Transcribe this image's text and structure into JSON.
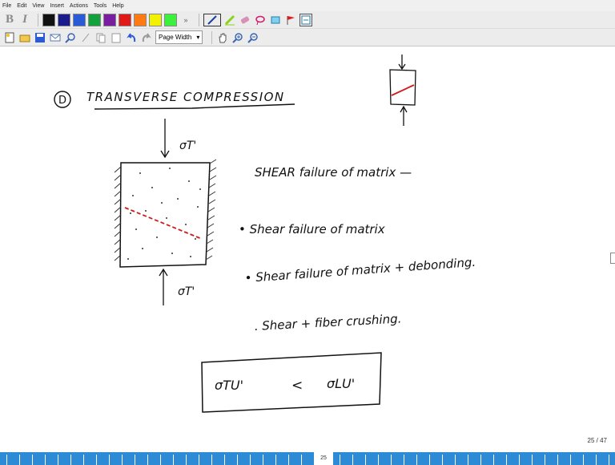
{
  "menu": [
    "File",
    "Edit",
    "View",
    "Insert",
    "Actions",
    "Tools",
    "Help"
  ],
  "toolbar": {
    "colors": [
      "#111111",
      "#1b1b8c",
      "#2a5bd7",
      "#13a13b",
      "#7a1ea1",
      "#e01818",
      "#ff7a12",
      "#f1f100",
      "#3df03d"
    ],
    "zoom_label": "Page Width"
  },
  "notes": {
    "heading_marker": "D",
    "heading": "TRANSVERSE COMPRESSION",
    "stress_top": "σT'",
    "stress_bottom": "σT'",
    "line1": "SHEAR failure of matrix —",
    "bullet1": "• Shear failure of matrix",
    "bullet2": "• Shear failure of matrix + debonding.",
    "bullet3": ". Shear + fiber crushing.",
    "formula_left": "σTU'",
    "formula_op": "<",
    "formula_right": "σLU'"
  },
  "page_indicator": "25 / 47",
  "slide_number": "25"
}
